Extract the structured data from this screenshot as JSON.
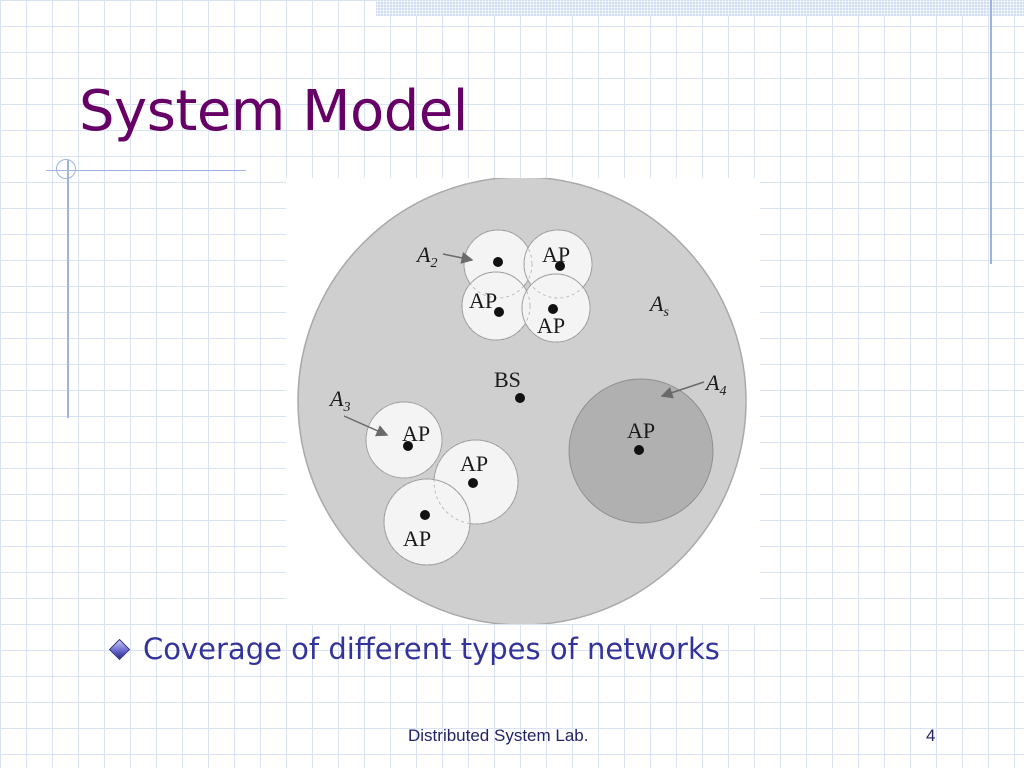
{
  "slide": {
    "title": "System Model",
    "bullet": "Coverage of different types of networks",
    "footer": "Distributed System Lab.",
    "page_number": "4"
  },
  "diagram": {
    "base_station_label": "BS",
    "access_point_label": "AP",
    "area_letter": "A",
    "area_subscripts": {
      "service": "s",
      "a2": "2",
      "a3": "3",
      "a4": "4"
    }
  },
  "colors": {
    "title": "#660066",
    "bullet_text": "#333399",
    "grid": "#d9e3f3",
    "outer_area": "#cfcfcf",
    "ap_cell": "#f4f4f4",
    "large_cell": "#b0b0b0"
  }
}
